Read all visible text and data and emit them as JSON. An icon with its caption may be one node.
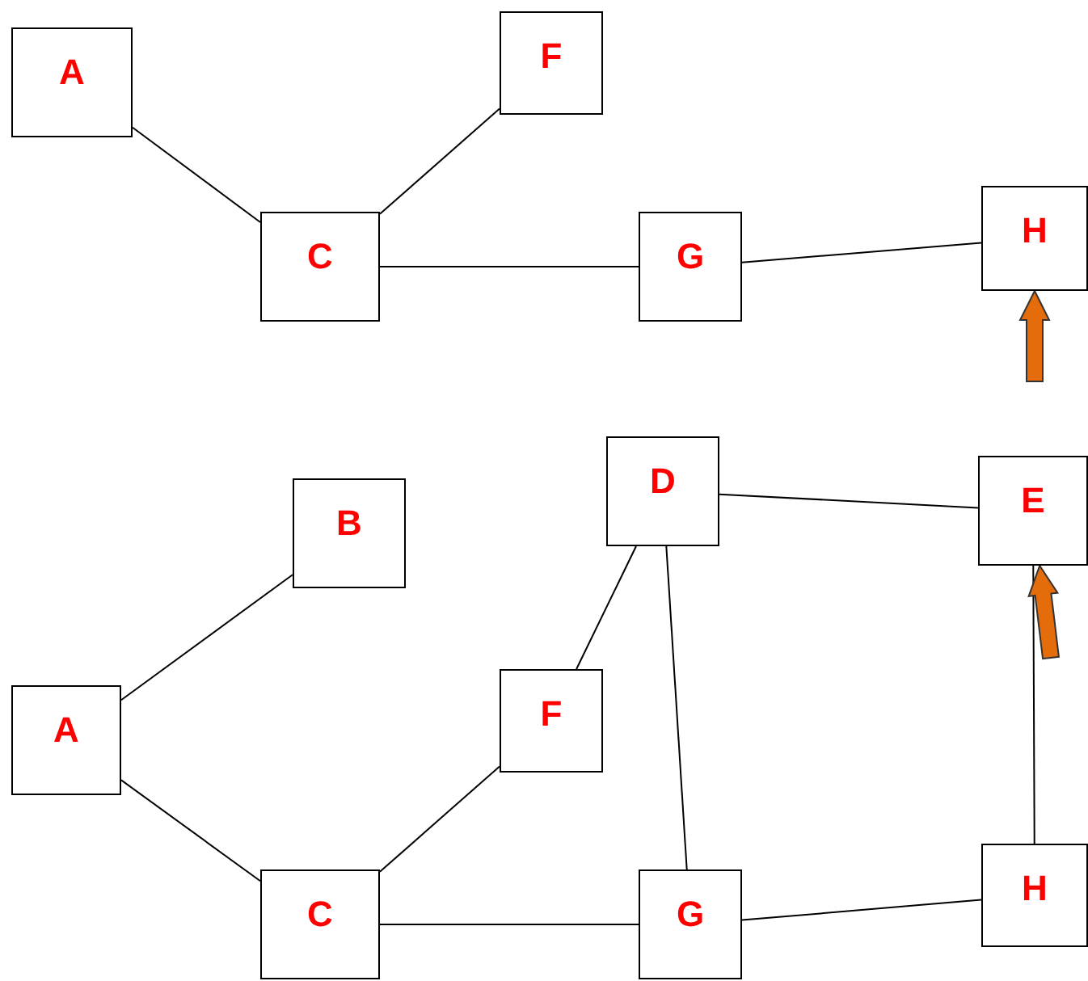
{
  "diagram": {
    "nodes": [
      {
        "text": [
          "A"
        ]
      },
      {
        "text": [
          "F"
        ]
      },
      {
        "text": [
          "C"
        ]
      },
      {
        "text": [
          "G"
        ]
      },
      {
        "text": [
          "H"
        ]
      },
      {
        "text": [
          "B"
        ]
      },
      {
        "text": [
          "D"
        ]
      },
      {
        "text": [
          "E"
        ]
      },
      {
        "text": [
          "A"
        ]
      },
      {
        "text": [
          "F"
        ]
      },
      {
        "text": [
          "C"
        ]
      },
      {
        "text": [
          "G"
        ]
      },
      {
        "text": [
          "H"
        ]
      }
    ],
    "edges": [
      {
        "from": 0,
        "to": 2,
        "arrow": "none"
      },
      {
        "from": 1,
        "to": 2,
        "arrow": "none"
      },
      {
        "from": 2,
        "to": 3,
        "arrow": "none"
      },
      {
        "from": 3,
        "to": 4,
        "arrow": "none"
      },
      {
        "from": null,
        "to": 4,
        "arrow": "to",
        "style": "thick",
        "color": "#e46c0a"
      },
      {
        "from": 5,
        "to": 8,
        "arrow": "none"
      },
      {
        "from": 8,
        "to": 10,
        "arrow": "none"
      },
      {
        "from": 9,
        "to": 10,
        "arrow": "none"
      },
      {
        "from": 6,
        "to": 9,
        "arrow": "none"
      },
      {
        "from": 6,
        "to": 11,
        "arrow": "none"
      },
      {
        "from": 6,
        "to": 7,
        "arrow": "none"
      },
      {
        "from": 10,
        "to": 11,
        "arrow": "none"
      },
      {
        "from": 11,
        "to": 12,
        "arrow": "none"
      },
      {
        "from": 12,
        "to": 7,
        "arrow": "none"
      },
      {
        "from": null,
        "to": 7,
        "arrow": "to",
        "style": "thick",
        "color": "#e46c0a"
      }
    ]
  }
}
